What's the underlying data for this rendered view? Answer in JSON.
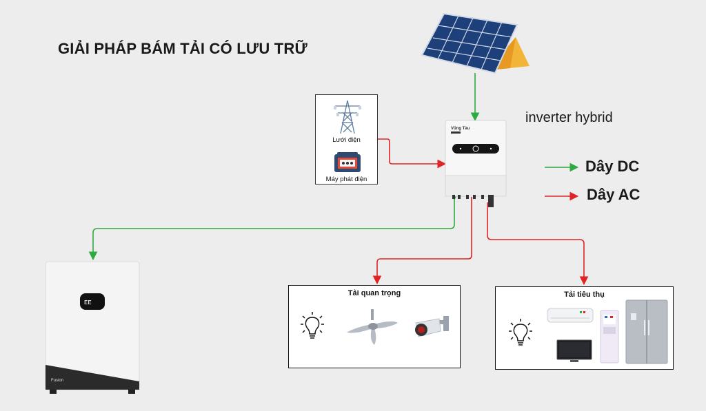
{
  "title": "GIẢI PHÁP BÁM TẢI CÓ LƯU TRỮ",
  "inverter": {
    "label": "inverter hybrid",
    "brand": "Vũng Tàu"
  },
  "legend": {
    "dc_label": "Dây DC",
    "ac_label": "Dây AC",
    "dc_color": "#2eaa3f",
    "ac_color": "#e02424"
  },
  "sources": {
    "grid_label": "Lưới điện",
    "generator_label": "Máy phát điện"
  },
  "critical_loads": {
    "title": "Tải quan trọng",
    "items": [
      "light-bulb-icon",
      "ceiling-fan-icon",
      "security-camera-icon"
    ]
  },
  "consumer_loads": {
    "title": "Tải tiêu thụ",
    "items": [
      "light-bulb-icon",
      "air-conditioner-icon",
      "tv-icon",
      "water-dispenser-icon",
      "refrigerator-icon"
    ]
  },
  "battery": {
    "brand": "Fusion"
  }
}
